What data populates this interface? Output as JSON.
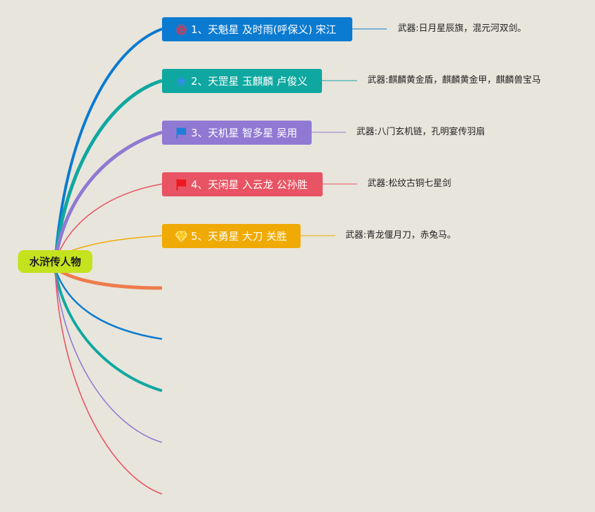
{
  "root": {
    "label": "水浒传人物"
  },
  "colors": {
    "background": "#e8e5dc",
    "root": "#c5e21f",
    "blue": "#0b7ad1",
    "teal": "#0fa8a0",
    "purple": "#9079d3",
    "red": "#e85463",
    "orange": "#f0aa06",
    "salmon": "#ee7b4b"
  },
  "branches": [
    {
      "label": "1、天魁星 及时雨(呼保义) 宋江",
      "note": "武器:日月星辰旗，混元河双剑。",
      "icon": "house-icon",
      "color": "#0b7ad1"
    },
    {
      "label": "2、天罡星 玉麒麟 卢俊义",
      "note": "武器:麒麟黄金盾，麒麟黄金甲，麒麟兽宝马",
      "icon": "star-icon",
      "color": "#0fa8a0"
    },
    {
      "label": "3、天机星 智多星 吴用",
      "note": "武器:八门玄机链，孔明宴传羽扇",
      "icon": "blue-flag-icon",
      "color": "#9079d3"
    },
    {
      "label": "4、天闲星 入云龙 公孙胜",
      "note": "武器:松纹古铜七星剑",
      "icon": "red-flag-icon",
      "color": "#e85463"
    },
    {
      "label": "5、天勇星 大刀 关胜",
      "note": "武器:青龙偃月刀，赤兔马。",
      "icon": "diamond-icon",
      "color": "#f0aa06"
    }
  ],
  "empty_branches": [
    {
      "color": "#ee7b4b"
    },
    {
      "color": "#0b7ad1"
    },
    {
      "color": "#0fa8a0"
    },
    {
      "color": "#9079d3"
    },
    {
      "color": "#e85463"
    }
  ]
}
